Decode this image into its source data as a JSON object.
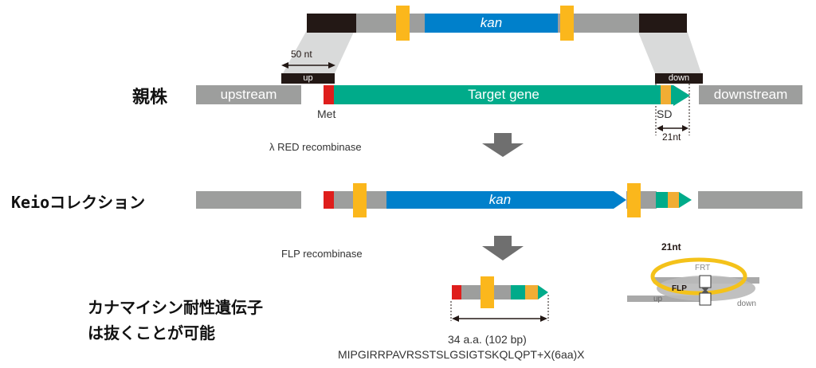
{
  "rows": {
    "parent_label": "親株",
    "keio_label": "Keioコレクション",
    "note_line1": "カナマイシン耐性遺伝子",
    "note_line2": "は抜くことが可能"
  },
  "top_cassette": {
    "gene": "kan"
  },
  "parent": {
    "upstream": "upstream",
    "downstream": "downstream",
    "target_gene": "Target gene",
    "met": "Met",
    "sd": "SD",
    "up_box": "up",
    "down_box": "down",
    "up_length": "50 nt",
    "down_length": "21nt"
  },
  "steps": {
    "step1": "λ RED recombinase",
    "step2": "FLP recombinase"
  },
  "keio": {
    "gene": "kan"
  },
  "result": {
    "length": "34 a.a. (102 bp)",
    "sequence": "MIPGIRRPAVRSSTSLGSIGTSKQLQPT+X(6aa)X"
  },
  "flp_diagram": {
    "loop_length": "21nt",
    "frt": "FRT",
    "flp": "FLP",
    "up": "up",
    "down": "down"
  },
  "colors": {
    "homology": "#231815",
    "backbone": "#9d9e9d",
    "frt": "#fbb71c",
    "kan": "#0080cb",
    "target": "#00ab8a",
    "met": "#df1e1c",
    "sd": "#f1ad34"
  }
}
